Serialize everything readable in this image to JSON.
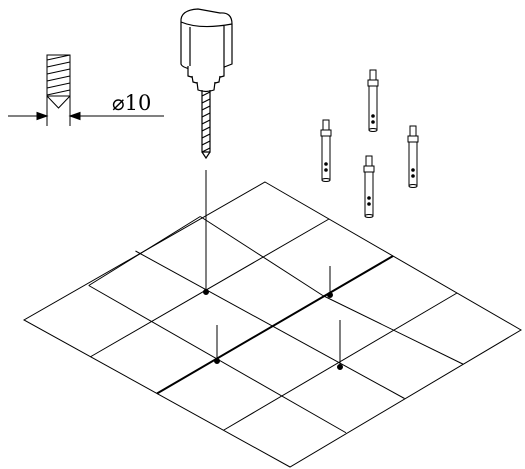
{
  "figure": {
    "drill_diameter_label": "⌀10",
    "grid_rows": 4,
    "grid_cols": 4,
    "marked_holes": 4,
    "loose_pins": 4,
    "stroke_color": "#000000",
    "background_color": "#ffffff"
  }
}
